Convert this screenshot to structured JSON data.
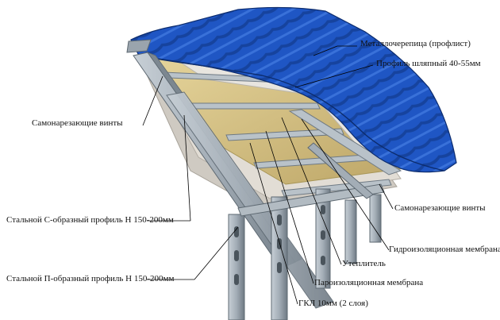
{
  "labels": {
    "metal_tile": "Металлочерепица (профлист)",
    "hat_profile": "Профиль шляпный 40-55мм",
    "screws_left": "Самонарезающие винты",
    "c_profile": "Стальной С-образный профиль Н 150-200мм",
    "p_profile": "Стальной П-образный профиль Н 150-200мм",
    "screws_right": "Самонарезающие винты",
    "waterproof": "Гидроизоляционная мембрана",
    "insulation": "Утеплитель",
    "vapor": "Пароизоляционная мембрана",
    "gkl": "ГКЛ 10мм (2 слоя)"
  },
  "colors": {
    "roof_blue": "#1f56c4",
    "roof_blue_dark": "#123a8f",
    "insulation": "#d8c488",
    "steel": "#a8b2ba",
    "steel_dark": "#6f7a84",
    "membrane": "#dcd7cf",
    "gkl": "#c9c4bc"
  }
}
